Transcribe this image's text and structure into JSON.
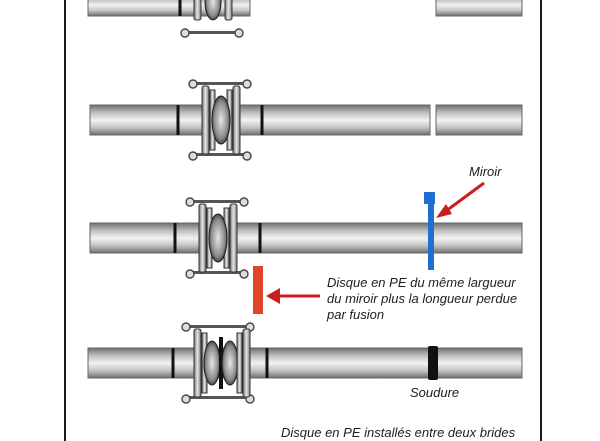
{
  "labels": {
    "miroir": "Miroir",
    "disque_line1": "Disque en PE du même largueur",
    "disque_line2": "du miroir plus la longueur perdue",
    "disque_line3": "par fusion",
    "soudure": "Soudure",
    "caption": "Disque en PE installés entre deux brides"
  },
  "colors": {
    "mirror": "#1f6fd1",
    "pe_disc": "#e0442a",
    "arrow": "#cc1d1d",
    "weld": "#111111",
    "pipe_dark": "#6f6f6f",
    "pipe_light": "#f2f2f2",
    "frame": "#1a1a1a"
  }
}
